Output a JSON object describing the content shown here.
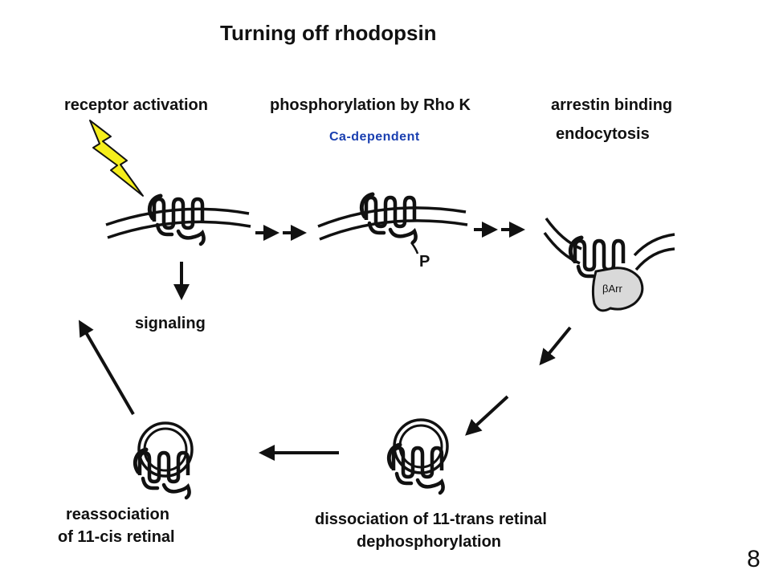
{
  "title": "Turning off rhodopsin",
  "steps": {
    "receptor_activation": "receptor activation",
    "phosphorylation": "phosphorylation by Rho K",
    "arrestin_binding": "arrestin binding",
    "endocytosis": "endocytosis",
    "signaling": "signaling",
    "dissociation": "dissociation of 11-trans retinal",
    "dephosphorylation": "dephosphorylation",
    "reassociation_line1": "reassociation",
    "reassociation_line2": "of 11-cis retinal"
  },
  "notes": {
    "ca_dependent": "Ca-dependent",
    "phosphate": "P",
    "arrestin": "βArr"
  },
  "page_number": "8",
  "colors": {
    "ink": "#111111",
    "note_blue": "#1a3fb0",
    "bolt_fill": "#f5ee1c",
    "arrestin_fill": "#d9d9d9"
  },
  "icons": [
    "lightning-bolt-icon",
    "rhodopsin-receptor-icon",
    "arrestin-icon",
    "vesicle-icon"
  ]
}
